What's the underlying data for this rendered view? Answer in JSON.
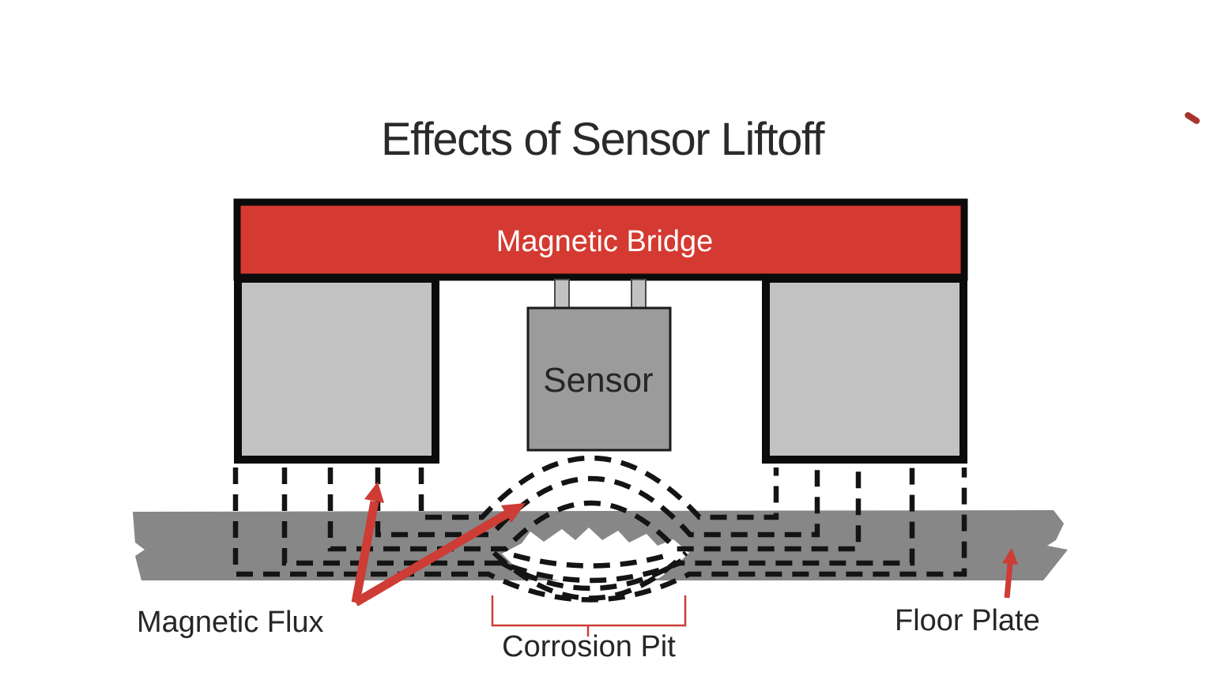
{
  "title": "Effects of Sensor Liftoff",
  "diagram": {
    "bridge_label": "Magnetic Bridge",
    "sensor_label": "Sensor",
    "labels": {
      "magnetic_flux": "Magnetic Flux",
      "corrosion_pit": "Corrosion Pit",
      "floor_plate": "Floor Plate"
    }
  },
  "colors": {
    "background": "#ffffff",
    "title_text": "#2a2a2a",
    "bridge_red": "#d43a31",
    "bridge_text": "#ffffff",
    "outline_black": "#0b0b0b",
    "leg_gray": "#c2c2c2",
    "stem_gray": "#c2c2c2",
    "stem_outline": "#4a4a4a",
    "sensor_gray": "#9b9b9b",
    "sensor_outline": "#1a1a1a",
    "plate_gray": "#878787",
    "pit_white": "#ffffff",
    "flux_black": "#141414",
    "annotation_red": "#cd3c35",
    "pen_mark_red": "#a83431",
    "label_text": "#262626"
  }
}
